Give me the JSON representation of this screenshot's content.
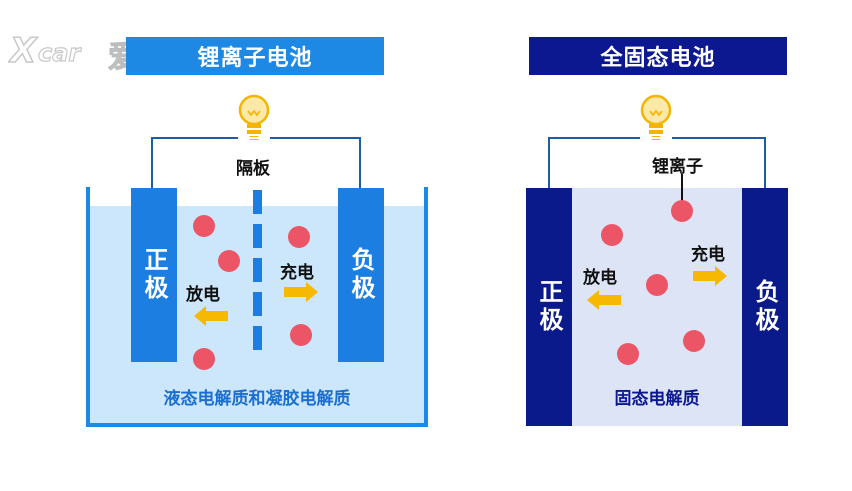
{
  "logo": {
    "text": "爱卡"
  },
  "liquid": {
    "title": "锂离子电池",
    "separator_label": "隔板",
    "positive": "正极",
    "negative": "负极",
    "discharge": "放电",
    "charge": "充电",
    "electrolyte": "液态电解质和凝胶电解质"
  },
  "solid": {
    "title": "全固态电池",
    "ion_label": "锂离子",
    "positive": "正极",
    "negative": "负极",
    "discharge": "放电",
    "charge": "充电",
    "electrolyte": "固态电解质"
  },
  "colors": {
    "liquid_title_bg": "#1e88e5",
    "solid_title_bg": "#0c1890",
    "liquid_electrode": "#1b7ee0",
    "solid_electrode": "#0a1a8a",
    "ion": "#ec5565",
    "arrow": "#f6b800",
    "liquid_electrolyte": "#cce7fb",
    "solid_electrolyte": "#dde4f6"
  }
}
